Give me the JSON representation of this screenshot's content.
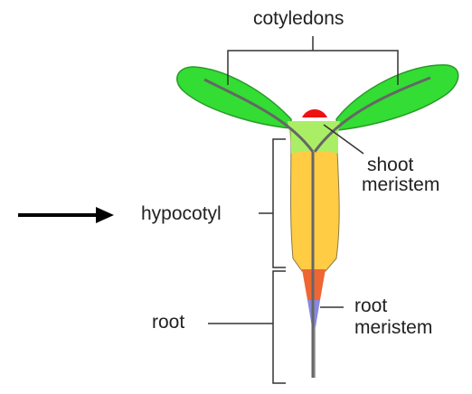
{
  "labels": {
    "cotyledons": "cotyledons",
    "shoot_meristem_line1": "shoot",
    "shoot_meristem_line2": "meristem",
    "hypocotyl": "hypocotyl",
    "root": "root",
    "root_meristem_line1": "root",
    "root_meristem_line2": "meristem"
  },
  "colors": {
    "cotyledon_green": "#33dd33",
    "light_green": "#aaee66",
    "hypocotyl_yellow": "#ffcc44",
    "shoot_meristem_red": "#ee1111",
    "root_orange": "#ee6633",
    "root_meristem_blue": "#8888dd",
    "vascular_gray": "#666666",
    "pointer_arrow": "#000000"
  }
}
